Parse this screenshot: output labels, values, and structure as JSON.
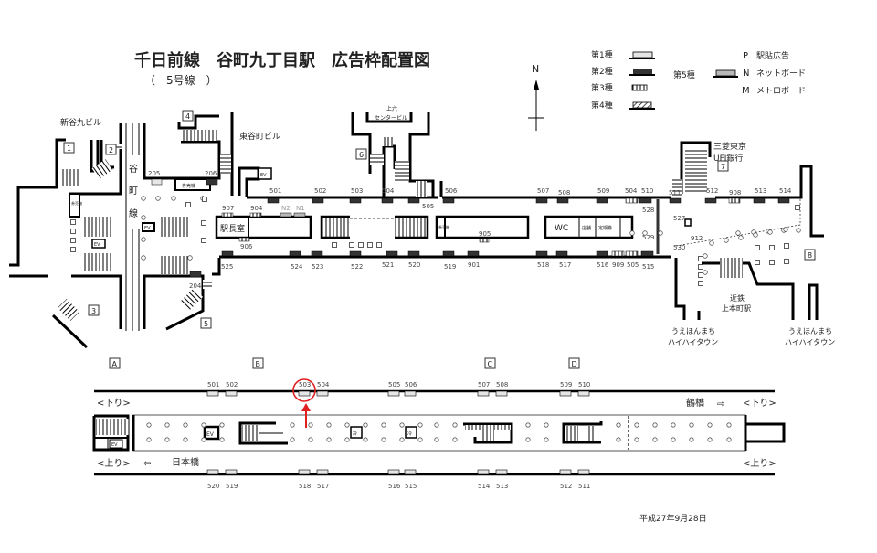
{
  "title": "千日前線　谷町九丁目駅　広告枠配置図",
  "subtitle": "（　5号線　）",
  "compass": "N",
  "legend": {
    "types": [
      "第1種",
      "第2種",
      "第3種",
      "第4種",
      "第5種"
    ],
    "P": {
      "key": "P",
      "label": "駅貼広告"
    },
    "N": {
      "key": "N",
      "label": "ネットボード"
    },
    "M": {
      "key": "M",
      "label": "メトロボード"
    }
  },
  "colors": {
    "type1": "#e6e6e6",
    "type2": "#333333",
    "type5": "#b8b8b8",
    "highlight": "#e02020"
  },
  "concourse": {
    "buildings": {
      "shintani": "新谷九ビル",
      "higashi": "東谷町ビル",
      "uehonmachi_center_1": "上六",
      "uehonmachi_center_2": "センタービル",
      "bank_1": "三菱東京",
      "bank_2": "UFJ銀行",
      "kintetsu_1": "近鉄",
      "kintetsu_2": "上本町駅",
      "hihi_1": "うえほんまち",
      "hihi_2": "ハイハイタウン"
    },
    "street": [
      "谷",
      "町",
      "線"
    ],
    "exits": [
      "1",
      "2",
      "3",
      "4",
      "5",
      "6",
      "7",
      "8"
    ],
    "rooms": {
      "station_office": "駅長室",
      "wc": "WC",
      "shop": "店舗",
      "pass": "定期券",
      "ticket": "券売機",
      "ev": "EV",
      "cold": "冷"
    },
    "ads": [
      "501",
      "502",
      "503",
      "504",
      "505",
      "506",
      "507",
      "508",
      "509",
      "504",
      "510",
      "511",
      "512",
      "908",
      "513",
      "514",
      "205",
      "206",
      "525",
      "524",
      "523",
      "522",
      "521",
      "520",
      "519",
      "901",
      "518",
      "517",
      "516",
      "909",
      "505",
      "515",
      "204",
      "907",
      "904",
      "N2",
      "N1",
      "906",
      "905",
      "528",
      "527",
      "529",
      "530",
      "912"
    ]
  },
  "platform": {
    "sections": [
      "A",
      "B",
      "C",
      "D"
    ],
    "top_ads": [
      "501",
      "502",
      "503",
      "504",
      "505",
      "506",
      "507",
      "508",
      "509",
      "510"
    ],
    "bottom_ads": [
      "520",
      "519",
      "518",
      "517",
      "516",
      "515",
      "514",
      "513",
      "512",
      "511"
    ],
    "down_label_left": "<下り>",
    "up_label_left": "<上り>",
    "down_label_right": "<下り>",
    "up_label_right": "<上り>",
    "to_left": "日本橋",
    "to_right": "鶴橋",
    "ev": "EV",
    "cold": "冷",
    "highlighted_ad": "503"
  },
  "date": "平成27年9月28日"
}
